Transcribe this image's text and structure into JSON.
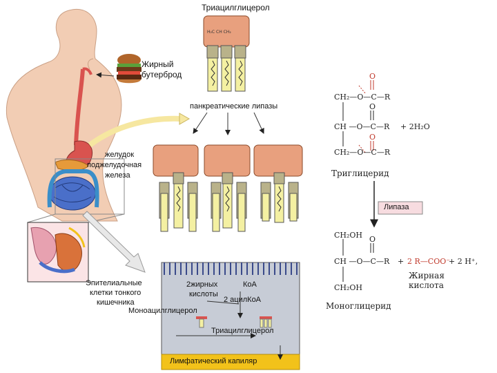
{
  "left_diagram": {
    "title_top": "Триацилглицерол",
    "sandwich_label_1": "Жирный",
    "sandwich_label_2": "бутерброд",
    "lipase_label": "панкреатические липазы",
    "stomach_label": "желудок",
    "pancreas_label_1": "поджелудочная",
    "pancreas_label_2": "железа",
    "epithelium_label_1": "Эпителиальные",
    "epithelium_label_2": "клетки тонкого",
    "epithelium_label_3": "кишечника",
    "fatty_acids_label_1": "2жирных",
    "fatty_acids_label_2": "кислоты",
    "coa_label": "КоА",
    "acyl_coa_label": "2 ацилКоА",
    "monoacyl_label": "Моноацилглицерол",
    "triacyl_label": "Триацилглицерол",
    "lymph_label": "Лимфатический капиляр"
  },
  "right_diagram": {
    "tg_row1_a": "CH₂—O—C—R",
    "tg_row2_a": "CH —O—C—R",
    "tg_row2_b": "+ 2H₂O",
    "tg_row3_a": "CH₂—O—C—R",
    "o_symbol": "O",
    "triglyceride_label": "Триглицерид",
    "lipase_box": "Липаза",
    "mg_row1": "CH₂OH",
    "mg_row2_a": "CH —O—C—R",
    "mg_row2_plus": "+",
    "mg_row2_acid": "2 R—COO⁻",
    "mg_row2_h": "+ 2 H⁺,",
    "mg_row3": "CH₂OH",
    "monoglyceride_label": "Моноглицерид",
    "fatty_acid_label_1": "Жирная",
    "fatty_acid_label_2": "кислота"
  },
  "colors": {
    "skin": "#f2cdb4",
    "stomach": "#d9534f",
    "intestine": "#4a6fc9",
    "colon": "#3a8ec9",
    "glycerol_block": "#e8a07e",
    "fatty_acid": "#f4f0a2",
    "ester_red": "#c0392b",
    "epithelium_bg": "#c7ccd6",
    "lymph": "#f2c21a"
  }
}
